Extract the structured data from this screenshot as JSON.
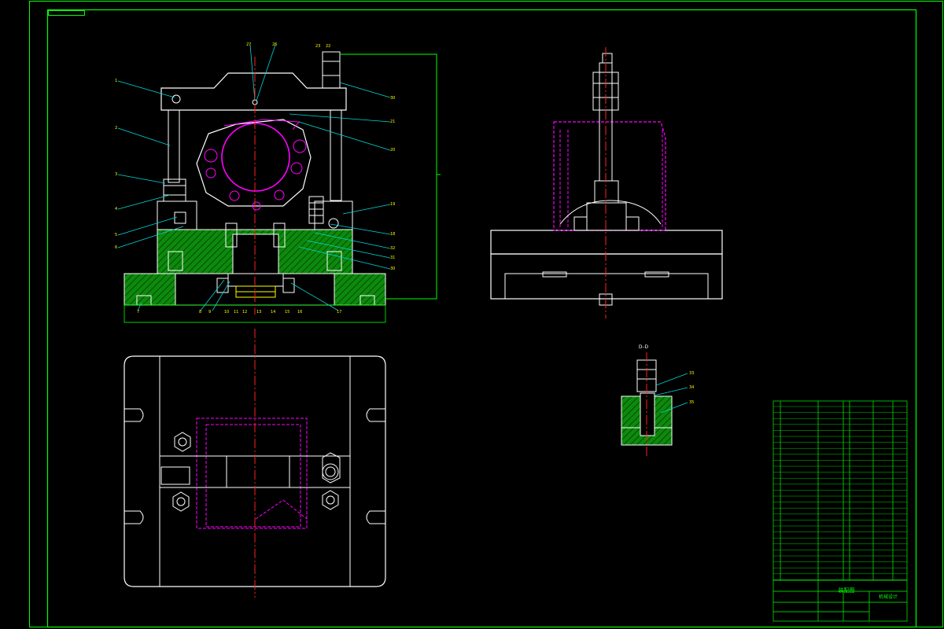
{
  "drawing": {
    "colors": {
      "background": "#000000",
      "frame": "#00ff00",
      "outline": "#ffffff",
      "centerline": "#ff2020",
      "leader": "#00d8d8",
      "phantom": "#ff00ff",
      "hatch": "#0c8a0c",
      "table_text": "#00ff00"
    },
    "section_label": "D–D",
    "title_block": {
      "title": "装配图",
      "company": "机械设计"
    }
  }
}
